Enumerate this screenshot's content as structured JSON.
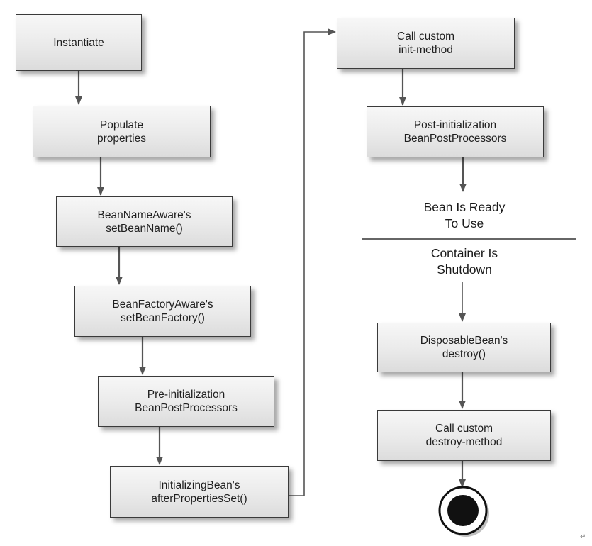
{
  "steps": {
    "instantiate": [
      "Instantiate"
    ],
    "populate": [
      "Populate",
      "properties"
    ],
    "bean_name_aware": [
      "BeanNameAware's",
      "setBeanName()"
    ],
    "bean_factory_aware": [
      "BeanFactoryAware's",
      "setBeanFactory()"
    ],
    "pre_init": [
      "Pre-initialization",
      "BeanPostProcessors"
    ],
    "initializing_bean": [
      "InitializingBean's",
      "afterPropertiesSet()"
    ],
    "init_method": [
      "Call custom",
      "init-method"
    ],
    "post_init": [
      "Post-initialization",
      "BeanPostProcessors"
    ],
    "disposable_bean": [
      "DisposableBean's",
      "destroy()"
    ],
    "destroy_method": [
      "Call custom",
      "destroy-method"
    ]
  },
  "states": {
    "ready": [
      "Bean Is Ready",
      "To Use"
    ],
    "shutdown": [
      "Container Is",
      "Shutdown"
    ]
  },
  "corner_mark": "↵",
  "colors": {
    "box_border": "#3a3a3a",
    "arrow": "#555555",
    "end_node": "#111111"
  }
}
